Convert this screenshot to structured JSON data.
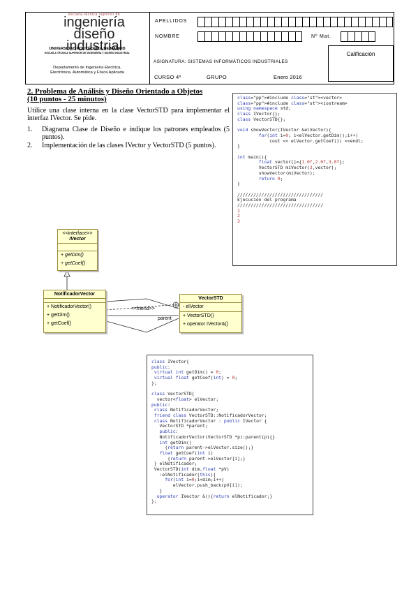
{
  "header": {
    "logo_top": "escuela técnica superior de",
    "logo_line1": "ingeniería",
    "logo_line2": "diseño",
    "logo_line3": "industrial",
    "university": "UNIVERSIDAD POLITÉCNICA DE MADRID",
    "school": "ESCUELA TÉCNICA SUPERIOR DE INGENIERÍA Y DISEÑO INDUSTRIAL",
    "department_line1": "Departamento de Ingeniería Eléctrica,",
    "department_line2": "Electrónica, Automática y Física Aplicada",
    "apellidos_label": "APELLIDOS",
    "nombre_label": "NOMBRE",
    "nmat_label": "Nº Mat.",
    "asignatura_label": "ASIGNATURA: SISTEMAS INFORMÁTICOS INDUSTRIALES",
    "curso_label": "CURSO  4º",
    "grupo_label": "GRUPO",
    "fecha": "Enero 2016",
    "calificacion_label": "Calificación"
  },
  "problem": {
    "title_line1": "2. Problema de Análisis y Diseño Orientado a Objetos",
    "title_line2": "(10 puntos - 25 minutos)",
    "intro": "Utilice una clase interna en la clase VectorSTD para implementar el interfaz IVector. Se pide.",
    "items": [
      {
        "num": "1.",
        "text": "Diagrama Clase de Diseño e indique los patrones empleados (5 puntos)."
      },
      {
        "num": "2.",
        "text": "Implementación de las clases IVector y VectorSTD (5 puntos)."
      }
    ]
  },
  "code_main": [
    "#include <vector>",
    "#include <iostream>",
    "using namespace std;",
    "class IVector{};",
    "class VectorSTD{};",
    "",
    "void showVector(IVector &elVector){",
    "        for(int i=0; i<elVector.getDim();i++)",
    "            cout << elVector.getCoef(i) <<endl;",
    "}",
    "",
    "int main(){",
    "        float vector[]={1.0f,2.0f,3.0f};",
    "        VectorSTD miVector(3,vector);",
    "        showVector(miVector);",
    "        return 0;",
    "}",
    "",
    "////////////////////////////////",
    "Ejecución del programa",
    "////////////////////////////////",
    "1",
    "2",
    "3"
  ],
  "uml": {
    "ivector": {
      "stereotype": "<<interface>>",
      "name": "IVector",
      "ops": [
        "+ getDim()",
        "+ getCoef()"
      ]
    },
    "notificador": {
      "name": "NotificadorVector",
      "ops": [
        "+ NotificadorVector()",
        "+ getDim()",
        "+ getCoef()"
      ]
    },
    "vectorstd": {
      "name": "VectorSTD",
      "attrs": [
        "- elVector"
      ],
      "ops": [
        "+ VectorSTD()",
        "+ operator IVector&()"
      ]
    },
    "friend_label": "<<friend>>",
    "parent_label": "parent"
  },
  "code_impl": [
    "class IVector{",
    "public:",
    " virtual int getDim() = 0;",
    " virtual float getCoef(int) = 0;",
    "};",
    "",
    "class VectorSTD{",
    "  vector<float> elVector;",
    "public:",
    " class NotificadorVector;",
    " friend class VectorSTD::NotificadorVector;",
    " class NotificadorVector : public IVector {",
    "   VectorSTD *parent;",
    "   public:",
    "   NotificadorVector(VectorSTD *p):parent(p){}",
    "   int getDim()",
    "     {return parent->elVector.size();}",
    "   float getCoef(int i)",
    "      {return parent->elVector[i];}",
    " } elNotificador;",
    " VectorSTD(int dim,float *pV)",
    "   :elNotificador(this){",
    "     for(int i=0;i<dim;i++)",
    "        elVector.push_back(pV[i]);",
    "   }",
    "  operator IVector &(){return elNotificador;}",
    "};"
  ]
}
